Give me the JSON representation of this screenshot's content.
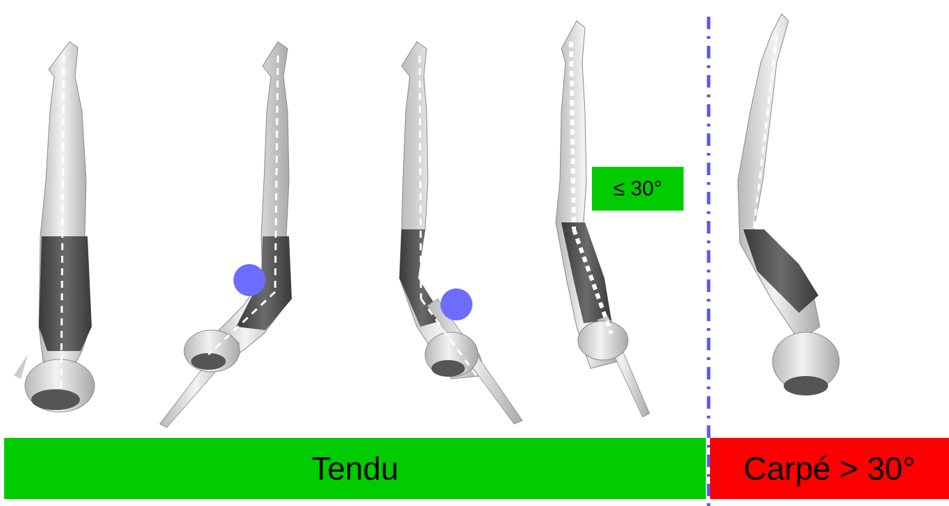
{
  "labels": {
    "angle_threshold": "≤ 30°",
    "tendu": "Tendu",
    "carpe": "Carpé > 30°"
  },
  "colors": {
    "ok": "#00cc00",
    "fault": "#ff0000",
    "marker": "#6c6cff",
    "divider": "#5a5ae6"
  },
  "figures": [
    {
      "name": "diver-straight",
      "marker": false
    },
    {
      "name": "diver-hip-flexion-1",
      "marker": true
    },
    {
      "name": "diver-hip-flexion-2",
      "marker": true
    },
    {
      "name": "diver-limit-30deg",
      "marker": false
    },
    {
      "name": "diver-pike-over-30deg",
      "marker": false
    }
  ]
}
